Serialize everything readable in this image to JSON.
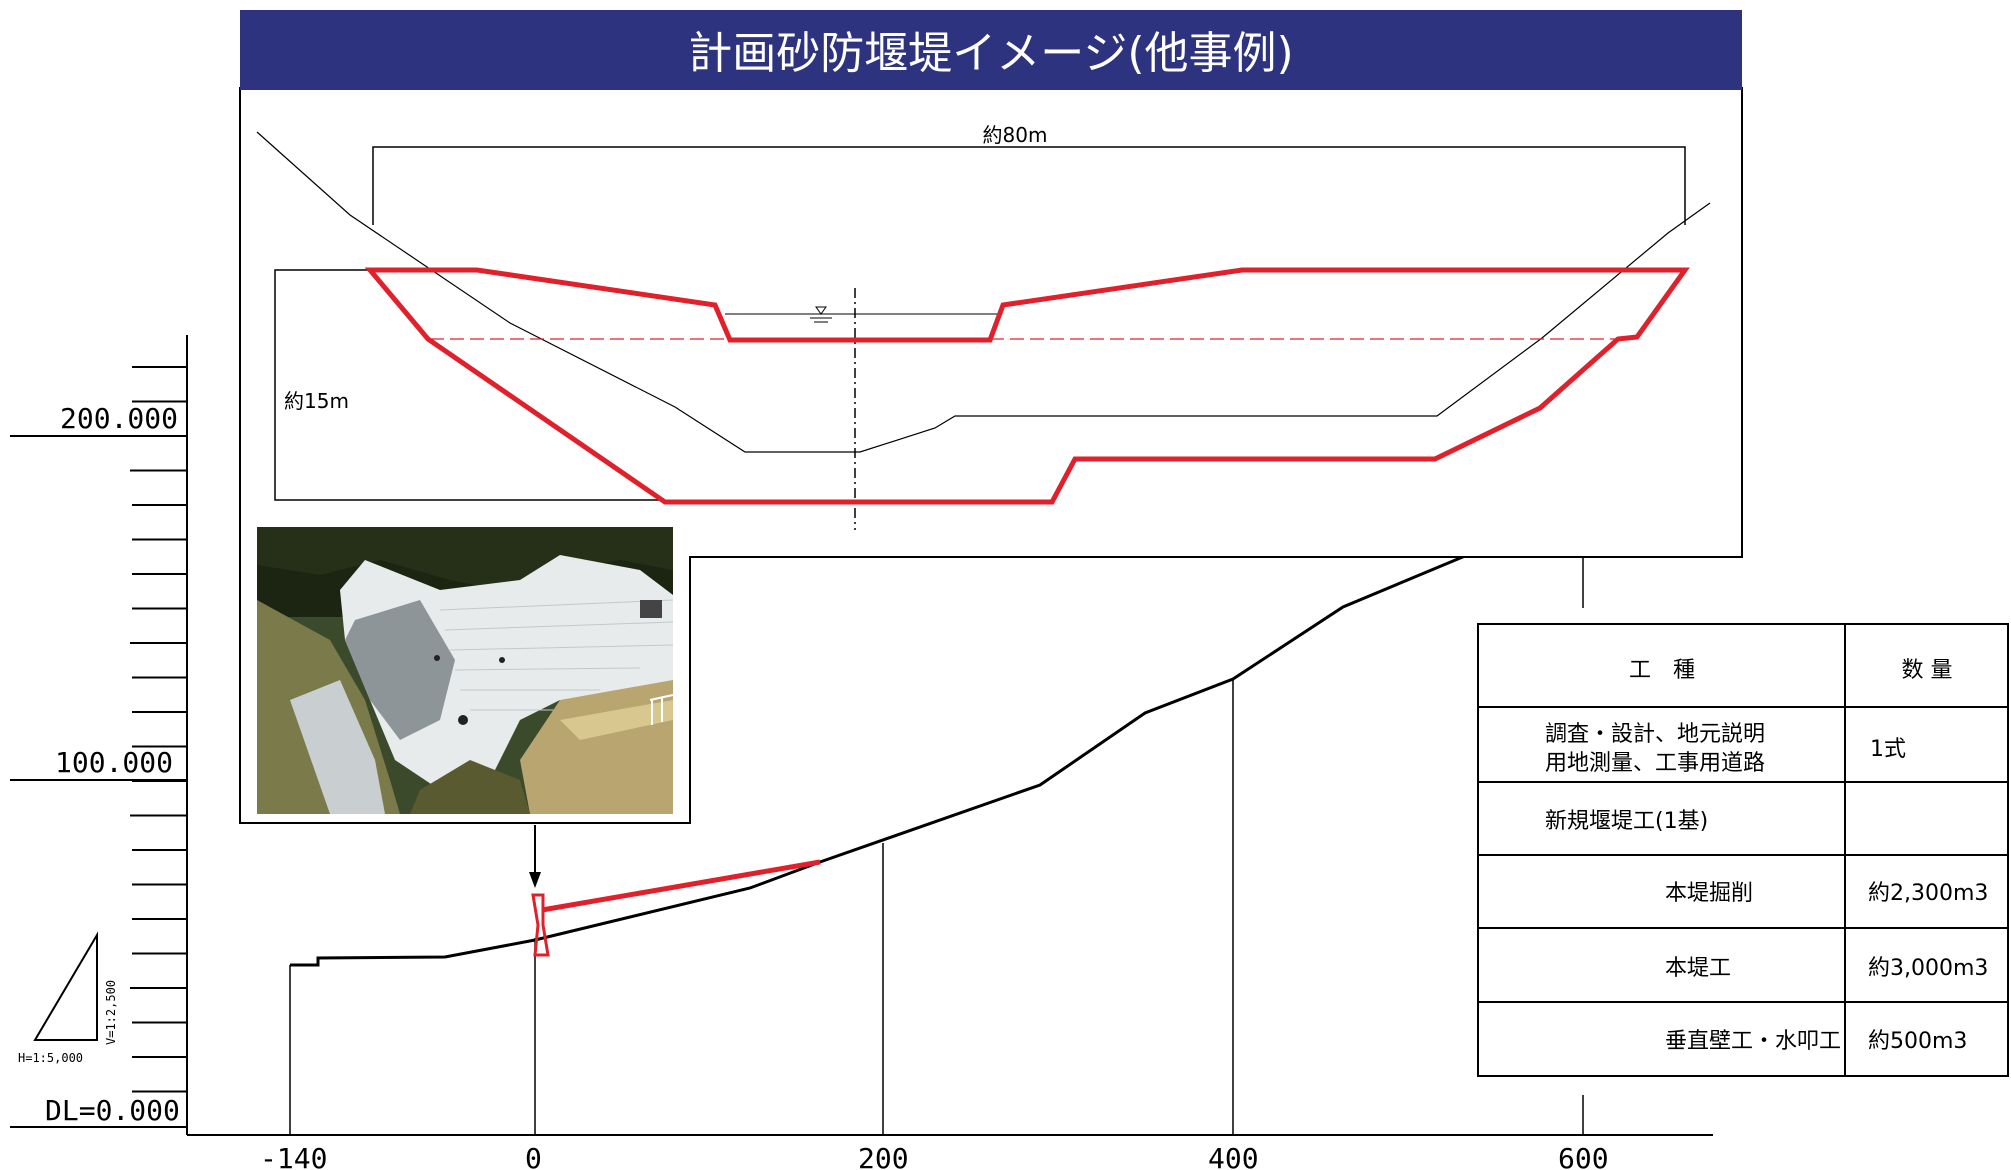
{
  "banner": {
    "title": "計画砂防堰堤イメージ(他事例)",
    "bg_color": "#2e3380"
  },
  "cross_section": {
    "width_label": "約80m",
    "height_label": "約15m",
    "dam_outline_color": "#e0202a"
  },
  "photo": {
    "description_name": "dam-photo"
  },
  "profile": {
    "y_labels": [
      "200.000",
      "100.000",
      "DL=0.000"
    ],
    "x_labels": [
      "-140",
      "0",
      "200",
      "400",
      "600"
    ],
    "scale_h": "H=1:5,000",
    "scale_v": "V=1:2,500"
  },
  "table": {
    "headers": [
      "工　種",
      "数 量"
    ],
    "rows": [
      {
        "work": [
          "調査・設計、地元説明",
          "用地測量、工事用道路"
        ],
        "qty": "1式"
      },
      {
        "work": [
          "新規堰堤工(1基)"
        ],
        "qty": ""
      },
      {
        "work": [
          "本堤掘削"
        ],
        "qty": "約2,300m3"
      },
      {
        "work": [
          "本堤工"
        ],
        "qty": "約3,000m3"
      },
      {
        "work": [
          "垂直壁工・水叩工"
        ],
        "qty": "約500m3"
      }
    ]
  }
}
